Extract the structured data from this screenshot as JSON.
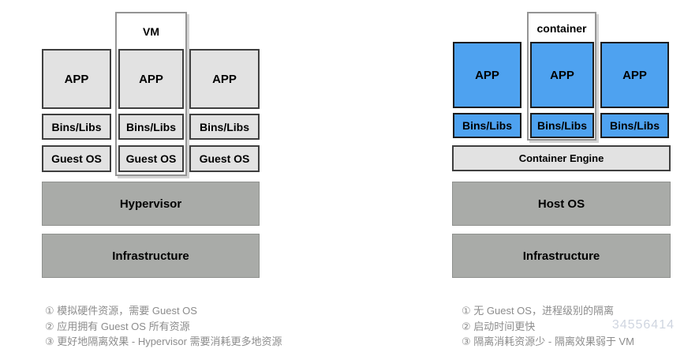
{
  "left": {
    "label": "VM",
    "columns": [
      {
        "app": "APP",
        "bins": "Bins/Libs",
        "os": "Guest OS"
      },
      {
        "app": "APP",
        "bins": "Bins/Libs",
        "os": "Guest OS"
      },
      {
        "app": "APP",
        "bins": "Bins/Libs",
        "os": "Guest OS"
      }
    ],
    "layer1": "Hypervisor",
    "layer2": "Infrastructure",
    "notes": [
      "① 模拟硬件资源，需要 Guest OS",
      "② 应用拥有 Guest OS 所有资源",
      "③ 更好地隔离效果 - Hypervisor 需要消耗更多地资源"
    ]
  },
  "right": {
    "label": "container",
    "columns": [
      {
        "app": "APP",
        "bins": "Bins/Libs"
      },
      {
        "app": "APP",
        "bins": "Bins/Libs"
      },
      {
        "app": "APP",
        "bins": "Bins/Libs"
      }
    ],
    "engine": "Container Engine",
    "layer1": "Host OS",
    "layer2": "Infrastructure",
    "notes": [
      "① 无 Guest OS，进程级别的隔离",
      "② 启动时间更快",
      "③ 隔离消耗资源少 - 隔离效果弱于 VM"
    ]
  },
  "watermark": "34556414",
  "colors": {
    "app_blue": "#4ea2f0",
    "light_gray": "#e2e2e2",
    "medium_gray": "#a9aba8",
    "note_gray": "#8c8c8c"
  }
}
